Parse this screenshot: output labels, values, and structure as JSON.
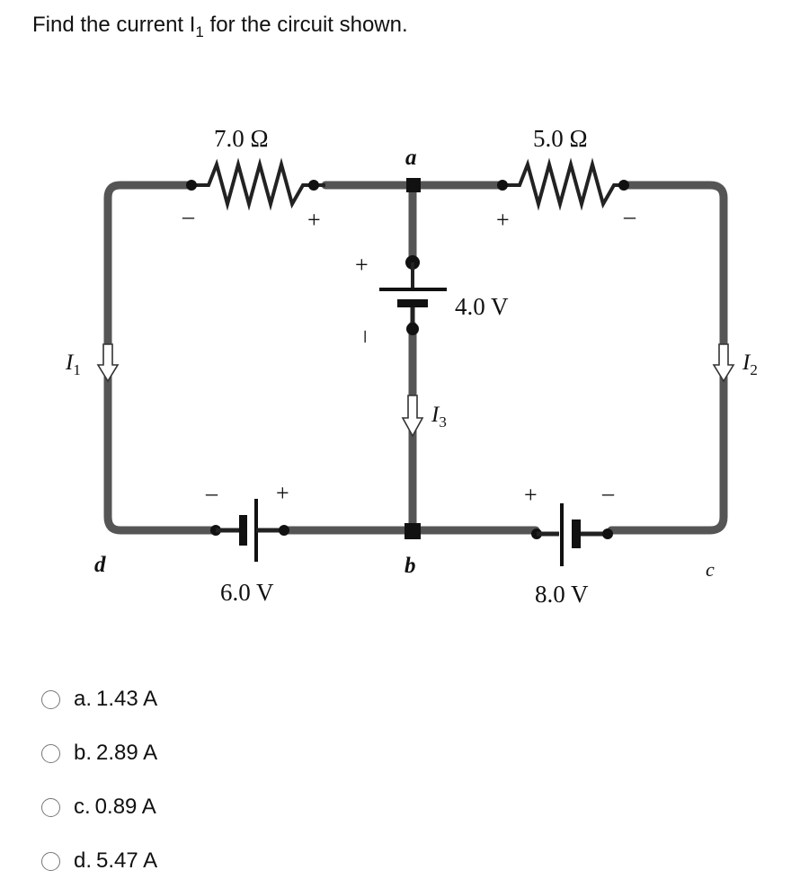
{
  "question": {
    "text_before": "Find the current I",
    "text_sub": "1",
    "text_after": " for the circuit shown."
  },
  "circuit": {
    "resistor_left": "7.0 Ω",
    "resistor_right": "5.0 Ω",
    "battery_middle": "4.0 V",
    "battery_left": "6.0 V",
    "battery_right": "8.0 V",
    "node_a": "a",
    "node_b": "b",
    "node_c": "c",
    "node_d": "d",
    "current_1": "I",
    "current_1_sub": "1",
    "current_2": "I",
    "current_2_sub": "2",
    "current_3": "I",
    "current_3_sub": "3",
    "plus": "+",
    "minus": "–"
  },
  "options": [
    {
      "letter": "a.",
      "value": "1.43 A"
    },
    {
      "letter": "b.",
      "value": "2.89 A"
    },
    {
      "letter": "c.",
      "value": "0.89 A"
    },
    {
      "letter": "d.",
      "value": "5.47 A"
    }
  ]
}
